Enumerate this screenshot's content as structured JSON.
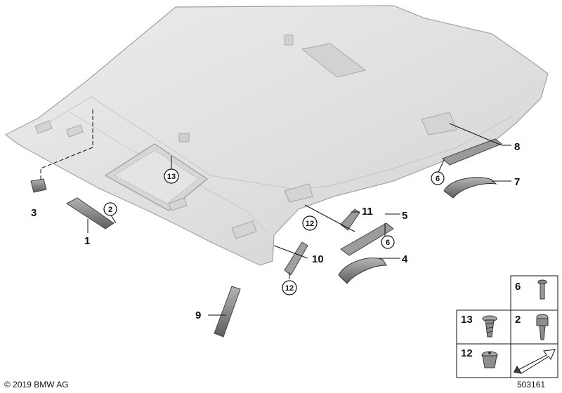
{
  "callouts": {
    "c1": "1",
    "c2": "2",
    "c3": "3",
    "c4": "4",
    "c5": "5",
    "c6a": "6",
    "c6b": "6",
    "c7": "7",
    "c8": "8",
    "c9": "9",
    "c10": "10",
    "c11": "11",
    "c12a": "12",
    "c12b": "12",
    "c13": "13"
  },
  "table": {
    "r6": "6",
    "r13": "13",
    "r2": "2",
    "r12": "12"
  },
  "footer": {
    "copyright": "© 2019 BMW AG",
    "diagram_number": "503161"
  },
  "colors": {
    "headliner_fill": "#e2e2e2",
    "headliner_edge": "#a8a8a8",
    "part_fill": "#8a8a8a",
    "line": "#111111"
  },
  "icons": [
    "headliner",
    "grab-handle",
    "sun-visor-clip",
    "bracket",
    "screw",
    "expanding-rivet",
    "arrow-icon"
  ]
}
